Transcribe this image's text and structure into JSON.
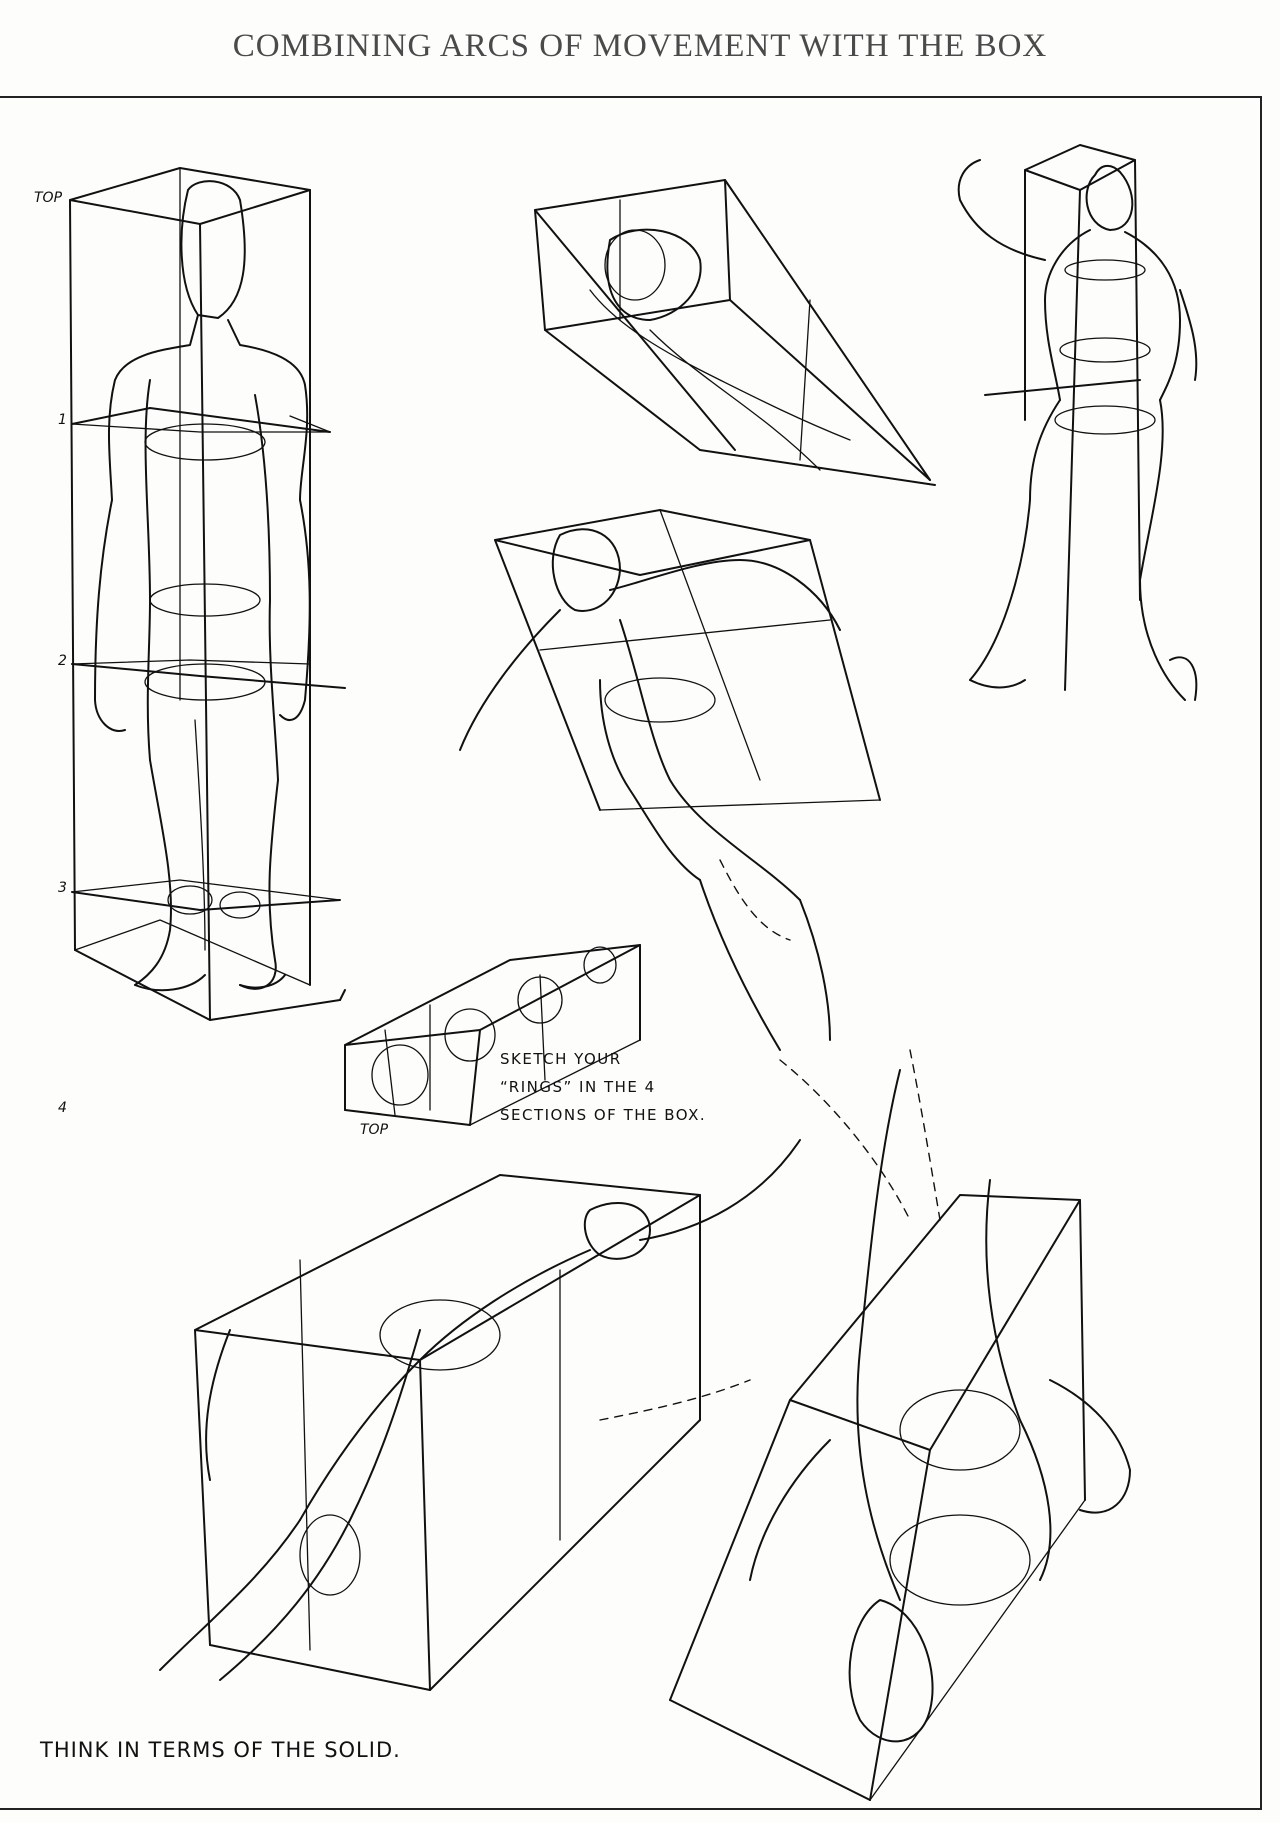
{
  "page": {
    "title": "COMBINING ARCS OF MOVEMENT WITH THE BOX"
  },
  "labels": {
    "top_marker": "TOP",
    "section_1": "1",
    "section_2": "2",
    "section_3": "3",
    "section_4": "4",
    "small_box_top": "TOP"
  },
  "note": {
    "text": "SKETCH YOUR\n“RINGS” IN THE 4\nSECTIONS OF THE BOX."
  },
  "caption": {
    "text": "THINK IN TERMS OF THE SOLID."
  }
}
